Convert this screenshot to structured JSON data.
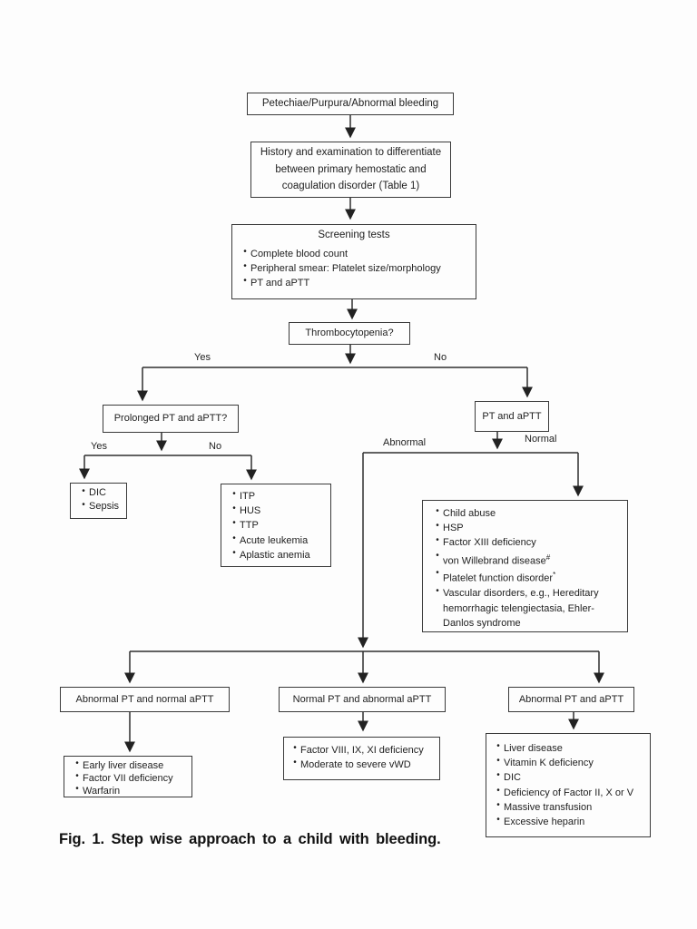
{
  "figure": {
    "caption": "Fig. 1. Step wise approach to a child with bleeding."
  },
  "nodes": {
    "start": {
      "label": "Petechiae/Purpura/Abnormal bleeding"
    },
    "history": {
      "label": "History and examination to differentiate between primary hemostatic and coagulation disorder (Table 1)"
    },
    "screening": {
      "title": "Screening tests",
      "items": [
        "Complete blood count",
        "Peripheral smear: Platelet size/morphology",
        "PT and aPTT"
      ]
    },
    "thrombocytopenia": {
      "label": "Thrombocytopenia?"
    },
    "prolonged": {
      "label": "Prolonged PT and aPTT?"
    },
    "dic_sepsis": {
      "items": [
        "DIC",
        "Sepsis"
      ]
    },
    "itp_group": {
      "items": [
        "ITP",
        "HUS",
        "TTP",
        "Acute leukemia",
        "Aplastic anemia"
      ]
    },
    "pt_aptt": {
      "label": "PT and aPTT"
    },
    "normal_causes": {
      "items": [
        "Child abuse",
        "HSP",
        "Factor XIII deficiency",
        {
          "text": "von Willebrand disease",
          "sup": "#"
        },
        {
          "text": "Platelet function disorder",
          "sup": "*"
        },
        "Vascular disorders, e.g., Hereditary hemorrhagic telengiectasia, Ehler-Danlos syndrome"
      ]
    },
    "abn_pt_header": {
      "label": "Abnormal PT and normal aPTT"
    },
    "norm_pt_header": {
      "label": "Normal PT and abnormal aPTT"
    },
    "abn_both_header": {
      "label": "Abnormal PT and aPTT"
    },
    "abn_pt_causes": {
      "items": [
        "Early liver disease",
        "Factor VII deficiency",
        "Warfarin"
      ]
    },
    "norm_pt_causes": {
      "items": [
        "Factor VIII, IX, XI deficiency",
        "Moderate to severe vWD"
      ]
    },
    "abn_both_causes": {
      "items": [
        "Liver disease",
        "Vitamin K deficiency",
        "DIC",
        "Deficiency of Factor II, X or V",
        "Massive transfusion",
        "Excessive heparin"
      ]
    }
  },
  "edge_labels": {
    "thrombo_yes": "Yes",
    "thrombo_no": "No",
    "prolonged_yes": "Yes",
    "prolonged_no": "No",
    "pt_abnormal": "Abnormal",
    "pt_normal": "Normal"
  }
}
